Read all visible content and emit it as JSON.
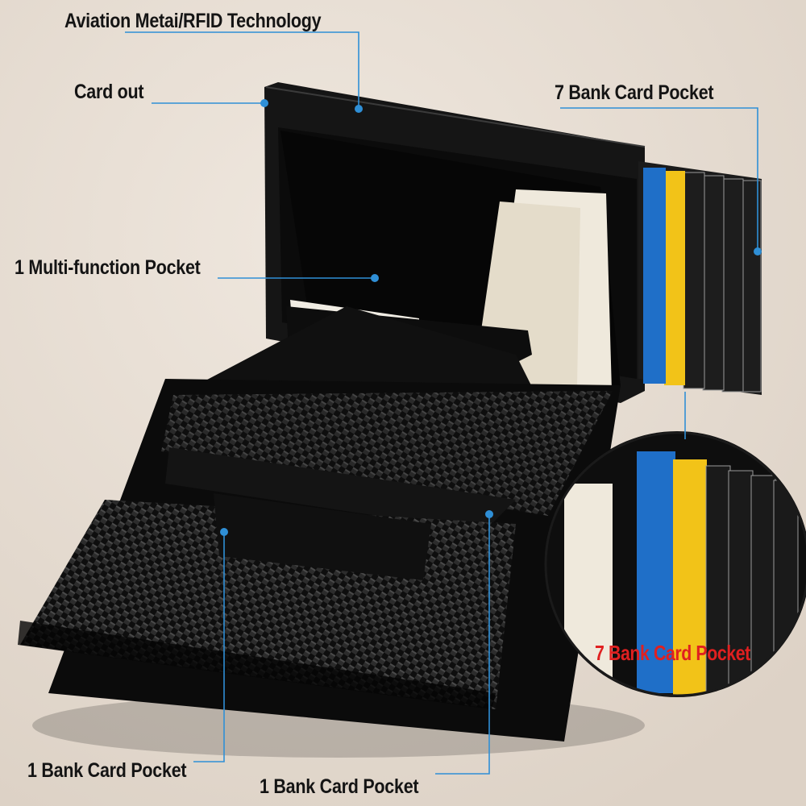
{
  "labels": {
    "aviation": "Aviation Metai/RFID Technology",
    "card_out": "Card out",
    "bank_7": "7 Bank Card Pocket",
    "multi_pocket": "1 Multi-function Pocket",
    "bank_1_left": "1  Bank Card Pocket",
    "bank_1_right": "1  Bank Card Pocket",
    "zoom_bank_7": "7 Bank Card Pocket"
  },
  "colors": {
    "background": "#e8dfd6",
    "leather": "#121212",
    "callout_line": "#2f8fd6",
    "callout_text": "#141414",
    "zoom_text": "#e02020",
    "card_blue": "#1f6fc8",
    "card_yellow": "#f2c318",
    "card_black": "#1b1b1b",
    "paper": "#efe9dc"
  },
  "icons": {
    "callout_dot": "blue-dot"
  }
}
